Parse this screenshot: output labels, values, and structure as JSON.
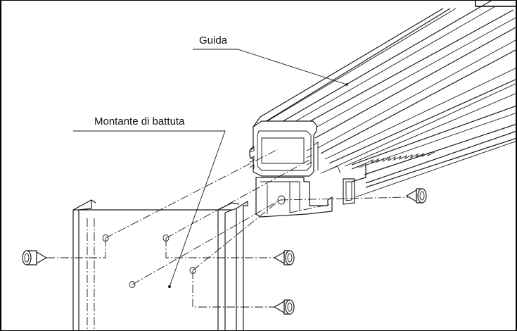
{
  "labels": {
    "guida": "Guida",
    "montante": "Montante di battuta"
  },
  "colors": {
    "line": "#1a1a1a",
    "background": "#ffffff",
    "frame": "#000000"
  },
  "icons": {
    "plug": "wall-plug-icon",
    "rail": "guide-rail",
    "post": "strike-post"
  }
}
